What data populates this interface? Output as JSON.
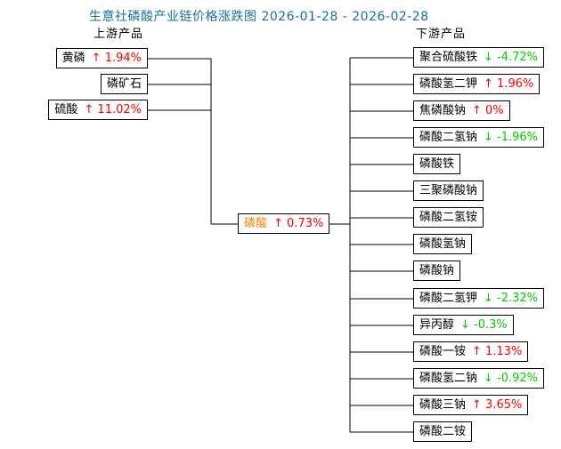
{
  "title": "生意社磷酸产业链价格涨跌图 2026-01-28 - 2026-02-28",
  "labels": {
    "upstream": "上游产品",
    "downstream": "下游产品"
  },
  "colors": {
    "title": "#1a7099",
    "up": "#ff0000",
    "down": "#00cc00",
    "center_name": "#ff8000",
    "line": "#000000"
  },
  "upstream": {
    "items": [
      {
        "name": "黄磷",
        "change": "↑ 1.94%",
        "color": "#ff0000"
      },
      {
        "name": "磷矿石",
        "change": "",
        "color": ""
      },
      {
        "name": "硫酸",
        "change": "↑ 11.02%",
        "color": "#ff0000"
      }
    ]
  },
  "center": {
    "name": "磷酸",
    "change": "↑ 0.73%",
    "name_color": "#ff8000",
    "color": "#ff0000"
  },
  "downstream": {
    "items": [
      {
        "name": "聚合硫酸铁",
        "change": "↓ -4.72%",
        "color": "#00cc00"
      },
      {
        "name": "磷酸氢二钾",
        "change": "↑ 1.96%",
        "color": "#ff0000"
      },
      {
        "name": "焦磷酸钠",
        "change": "↑ 0%",
        "color": "#ff0000"
      },
      {
        "name": "磷酸二氢钠",
        "change": "↓ -1.96%",
        "color": "#00cc00"
      },
      {
        "name": "磷酸铁",
        "change": "",
        "color": ""
      },
      {
        "name": "三聚磷酸钠",
        "change": "",
        "color": ""
      },
      {
        "name": "磷酸二氢铵",
        "change": "",
        "color": ""
      },
      {
        "name": "磷酸氢钠",
        "change": "",
        "color": ""
      },
      {
        "name": "磷酸钠",
        "change": "",
        "color": ""
      },
      {
        "name": "磷酸二氢钾",
        "change": "↓ -2.32%",
        "color": "#00cc00"
      },
      {
        "name": "异丙醇",
        "change": "↓ -0.3%",
        "color": "#00cc00"
      },
      {
        "name": "磷酸一铵",
        "change": "↑ 1.13%",
        "color": "#ff0000"
      },
      {
        "name": "磷酸氢二钠",
        "change": "↓ -0.92%",
        "color": "#00cc00"
      },
      {
        "name": "磷酸三钠",
        "change": "↑ 3.65%",
        "color": "#ff0000"
      },
      {
        "name": "磷酸二铵",
        "change": "",
        "color": ""
      }
    ]
  }
}
